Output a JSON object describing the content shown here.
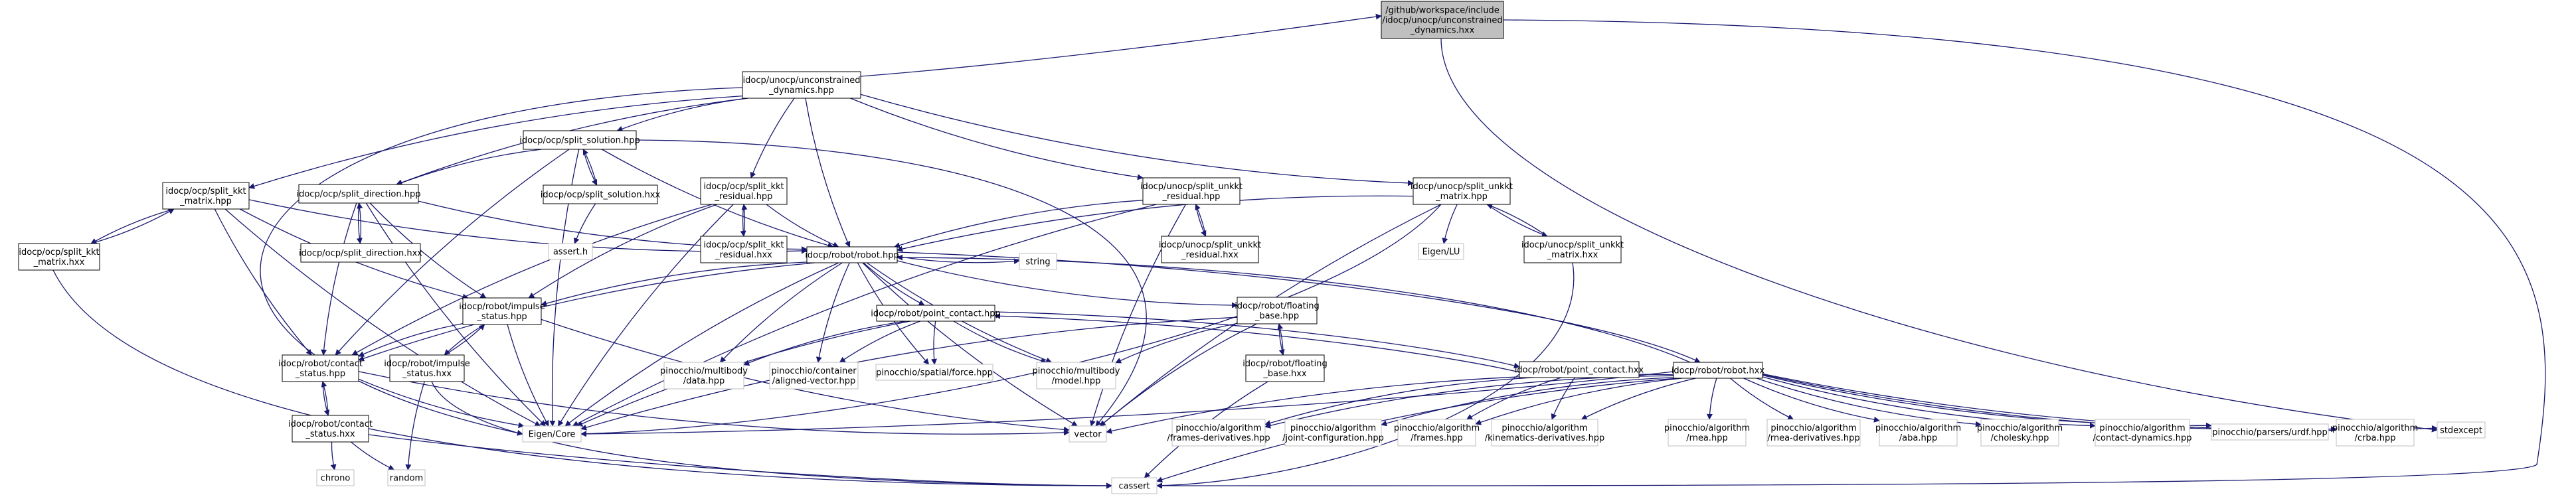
{
  "graph": {
    "title": "Include dependency graph",
    "edge_color": "#191970",
    "root_fill": "#bfbfbf",
    "external_border": "#bfbfbf",
    "nodes": [
      {
        "id": "root",
        "lines": [
          "/github/workspace/include",
          "/idocp/unocp/unconstrained",
          "_dynamics.hxx"
        ],
        "kind": "root"
      },
      {
        "id": "uncon_hpp",
        "lines": [
          "idocp/unocp/unconstrained",
          "_dynamics.hpp"
        ],
        "kind": "internal"
      },
      {
        "id": "split_solution_hpp",
        "lines": [
          "idocp/ocp/split_solution.hpp"
        ],
        "kind": "internal"
      },
      {
        "id": "split_solution_hxx",
        "lines": [
          "idocp/ocp/split_solution.hxx"
        ],
        "kind": "internal"
      },
      {
        "id": "assert_h",
        "lines": [
          "assert.h"
        ],
        "kind": "external"
      },
      {
        "id": "split_kkt_matrix_hpp",
        "lines": [
          "idocp/ocp/split_kkt",
          "_matrix.hpp"
        ],
        "kind": "internal"
      },
      {
        "id": "split_kkt_matrix_hxx",
        "lines": [
          "idocp/ocp/split_kkt",
          "_matrix.hxx"
        ],
        "kind": "internal"
      },
      {
        "id": "split_direction_hpp",
        "lines": [
          "idocp/ocp/split_direction.hpp"
        ],
        "kind": "internal"
      },
      {
        "id": "split_direction_hxx",
        "lines": [
          "idocp/ocp/split_direction.hxx"
        ],
        "kind": "internal"
      },
      {
        "id": "split_kkt_residual_hpp",
        "lines": [
          "idocp/ocp/split_kkt",
          "_residual.hpp"
        ],
        "kind": "internal"
      },
      {
        "id": "split_kkt_residual_hxx",
        "lines": [
          "idocp/ocp/split_kkt",
          "_residual.hxx"
        ],
        "kind": "internal"
      },
      {
        "id": "split_unkkt_residual_hpp",
        "lines": [
          "idocp/unocp/split_unkkt",
          "_residual.hpp"
        ],
        "kind": "internal"
      },
      {
        "id": "split_unkkt_residual_hxx",
        "lines": [
          "idocp/unocp/split_unkkt",
          "_residual.hxx"
        ],
        "kind": "internal"
      },
      {
        "id": "split_unkkt_matrix_hpp",
        "lines": [
          "idocp/unocp/split_unkkt",
          "_matrix.hpp"
        ],
        "kind": "internal"
      },
      {
        "id": "split_unkkt_matrix_hxx",
        "lines": [
          "idocp/unocp/split_unkkt",
          "_matrix.hxx"
        ],
        "kind": "internal"
      },
      {
        "id": "eigen_lu",
        "lines": [
          "Eigen/LU"
        ],
        "kind": "external"
      },
      {
        "id": "robot_hpp",
        "lines": [
          "idocp/robot/robot.hpp"
        ],
        "kind": "internal"
      },
      {
        "id": "string",
        "lines": [
          "string"
        ],
        "kind": "external"
      },
      {
        "id": "impulse_status_hpp",
        "lines": [
          "idocp/robot/impulse",
          "_status.hpp"
        ],
        "kind": "internal"
      },
      {
        "id": "impulse_status_hxx",
        "lines": [
          "idocp/robot/impulse",
          "_status.hxx"
        ],
        "kind": "internal"
      },
      {
        "id": "contact_status_hpp",
        "lines": [
          "idocp/robot/contact",
          "_status.hpp"
        ],
        "kind": "internal"
      },
      {
        "id": "contact_status_hxx",
        "lines": [
          "idocp/robot/contact",
          "_status.hxx"
        ],
        "kind": "internal"
      },
      {
        "id": "chrono",
        "lines": [
          "chrono"
        ],
        "kind": "external"
      },
      {
        "id": "random",
        "lines": [
          "random"
        ],
        "kind": "external"
      },
      {
        "id": "point_contact_hpp",
        "lines": [
          "idocp/robot/point_contact.hpp"
        ],
        "kind": "internal"
      },
      {
        "id": "point_contact_hxx",
        "lines": [
          "idocp/robot/point_contact.hxx"
        ],
        "kind": "internal"
      },
      {
        "id": "floating_base_hpp",
        "lines": [
          "idocp/robot/floating",
          "_base.hpp"
        ],
        "kind": "internal"
      },
      {
        "id": "floating_base_hxx",
        "lines": [
          "idocp/robot/floating",
          "_base.hxx"
        ],
        "kind": "internal"
      },
      {
        "id": "robot_hxx",
        "lines": [
          "idocp/robot/robot.hxx"
        ],
        "kind": "internal"
      },
      {
        "id": "pin_mb_data",
        "lines": [
          "pinocchio/multibody",
          "/data.hpp"
        ],
        "kind": "external"
      },
      {
        "id": "pin_aligned_vector",
        "lines": [
          "pinocchio/container",
          "/aligned-vector.hpp"
        ],
        "kind": "external"
      },
      {
        "id": "pin_spatial_force",
        "lines": [
          "pinocchio/spatial/force.hpp"
        ],
        "kind": "external"
      },
      {
        "id": "pin_mb_model",
        "lines": [
          "pinocchio/multibody",
          "/model.hpp"
        ],
        "kind": "external"
      },
      {
        "id": "eigen_core",
        "lines": [
          "Eigen/Core"
        ],
        "kind": "external"
      },
      {
        "id": "vector",
        "lines": [
          "vector"
        ],
        "kind": "external"
      },
      {
        "id": "cassert",
        "lines": [
          "cassert"
        ],
        "kind": "external"
      },
      {
        "id": "stdexcept",
        "lines": [
          "stdexcept"
        ],
        "kind": "external"
      },
      {
        "id": "alg_frames_deriv",
        "lines": [
          "pinocchio/algorithm",
          "/frames-derivatives.hpp"
        ],
        "kind": "external"
      },
      {
        "id": "alg_joint_config",
        "lines": [
          "pinocchio/algorithm",
          "/joint-configuration.hpp"
        ],
        "kind": "external"
      },
      {
        "id": "alg_frames",
        "lines": [
          "pinocchio/algorithm",
          "/frames.hpp"
        ],
        "kind": "external"
      },
      {
        "id": "alg_kin_deriv",
        "lines": [
          "pinocchio/algorithm",
          "/kinematics-derivatives.hpp"
        ],
        "kind": "external"
      },
      {
        "id": "alg_rnea",
        "lines": [
          "pinocchio/algorithm",
          "/rnea.hpp"
        ],
        "kind": "external"
      },
      {
        "id": "alg_rnea_deriv",
        "lines": [
          "pinocchio/algorithm",
          "/rnea-derivatives.hpp"
        ],
        "kind": "external"
      },
      {
        "id": "alg_aba",
        "lines": [
          "pinocchio/algorithm",
          "/aba.hpp"
        ],
        "kind": "external"
      },
      {
        "id": "alg_cholesky",
        "lines": [
          "pinocchio/algorithm",
          "/cholesky.hpp"
        ],
        "kind": "external"
      },
      {
        "id": "alg_contact_dyn",
        "lines": [
          "pinocchio/algorithm",
          "/contact-dynamics.hpp"
        ],
        "kind": "external"
      },
      {
        "id": "parsers_urdf",
        "lines": [
          "pinocchio/parsers/urdf.hpp"
        ],
        "kind": "external"
      },
      {
        "id": "alg_crba",
        "lines": [
          "pinocchio/algorithm",
          "/crba.hpp"
        ],
        "kind": "external"
      }
    ]
  }
}
